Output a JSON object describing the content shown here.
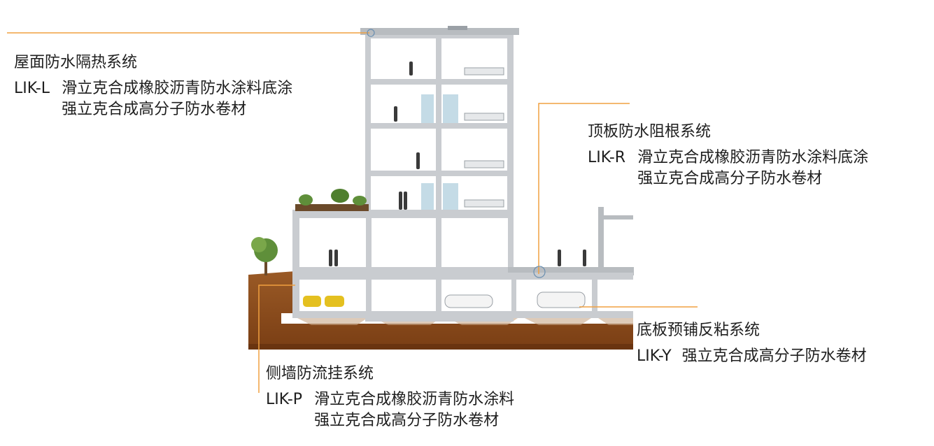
{
  "colors": {
    "leader": "#f0a040",
    "soil": "#8a4a1c",
    "soil_dark": "#6e3812",
    "concrete": "#c9ccd0",
    "concrete_dark": "#9aa0a6",
    "interior": "#ffffff",
    "glass": "#c4dbe6",
    "greenery": "#5f8f3a"
  },
  "callouts": {
    "roof": {
      "title": "屋面防水隔热系统",
      "code": "LIK-L",
      "line1": "滑立克合成橡胶沥青防水涂料底涂",
      "line2": "强立克合成高分子防水卷材"
    },
    "top_slab": {
      "title": "顶板防水阻根系统",
      "code": "LIK-R",
      "line1": "滑立克合成橡胶沥青防水涂料底涂",
      "line2": "强立克合成高分子防水卷材"
    },
    "bottom_slab": {
      "title": "底板预铺反粘系统",
      "code": "LIK-Y",
      "line1": "强立克合成高分子防水卷材"
    },
    "side_wall": {
      "title": "侧墙防流挂系统",
      "code": "LIK-P",
      "line1": "滑立克合成橡胶沥青防水涂料",
      "line2": "强立克合成高分子防水卷材"
    }
  }
}
